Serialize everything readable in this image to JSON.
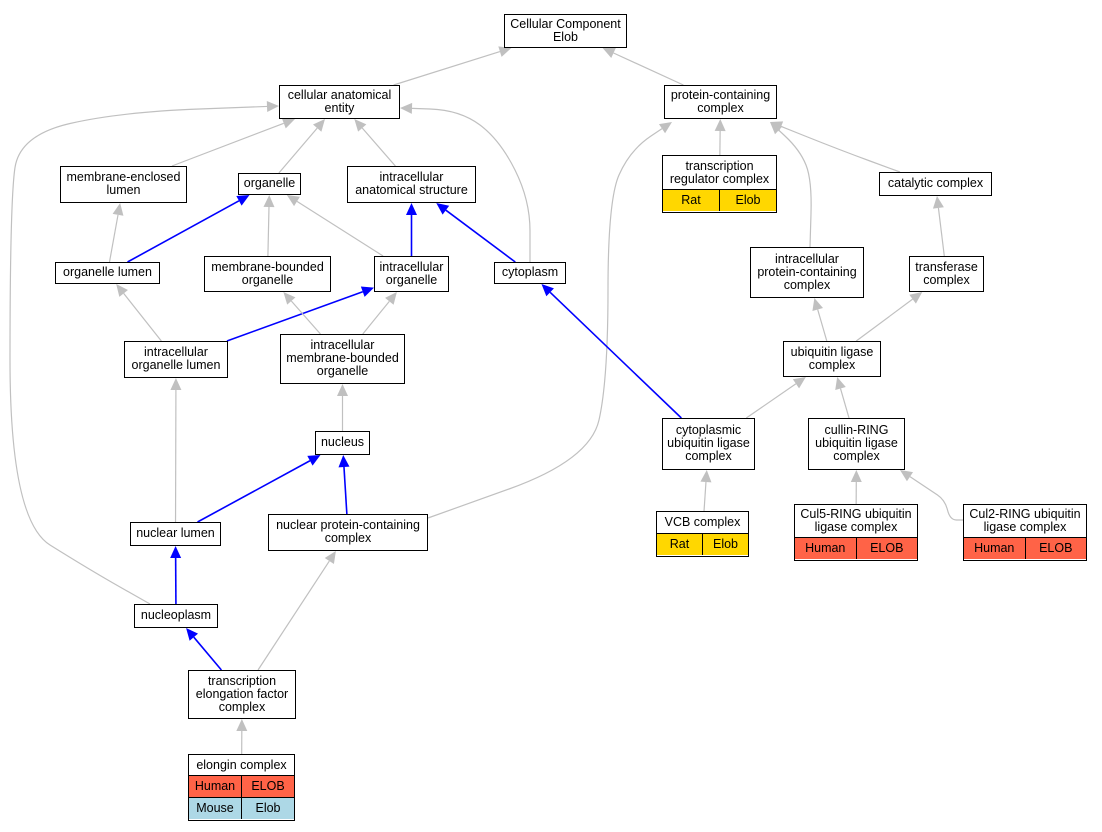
{
  "colors": {
    "gray_edge": "#c0c0c0",
    "blue_edge": "#0000ff",
    "human": "#ff6347",
    "rat": "#ffd700",
    "mouse": "#add8e6"
  },
  "nodes": {
    "cellular_component": {
      "label": "Cellular Component\nElob"
    },
    "cellular_anatomical_entity": {
      "label": "cellular anatomical\nentity"
    },
    "protein_containing_complex": {
      "label": "protein-containing\ncomplex"
    },
    "membrane_enclosed_lumen": {
      "label": "membrane-enclosed\nlumen"
    },
    "organelle": {
      "label": "organelle"
    },
    "intracellular_anatomical_structure": {
      "label": "intracellular\nanatomical structure"
    },
    "transcription_regulator_complex": {
      "label": "transcription\nregulator complex",
      "rows": [
        {
          "color": "#ffd700",
          "cells": [
            "Rat",
            "Elob"
          ]
        }
      ]
    },
    "catalytic_complex": {
      "label": "catalytic complex"
    },
    "organelle_lumen": {
      "label": "organelle lumen"
    },
    "membrane_bounded_organelle": {
      "label": "membrane-bounded\norganelle"
    },
    "intracellular_organelle": {
      "label": "intracellular\norganelle"
    },
    "cytoplasm": {
      "label": "cytoplasm"
    },
    "intracellular_protein_containing_complex": {
      "label": "intracellular\nprotein-containing\ncomplex"
    },
    "transferase_complex": {
      "label": "transferase\ncomplex"
    },
    "intracellular_organelle_lumen": {
      "label": "intracellular\norganelle lumen"
    },
    "intracellular_membrane_bounded_organelle": {
      "label": "intracellular\nmembrane-bounded\norganelle"
    },
    "ubiquitin_ligase_complex": {
      "label": "ubiquitin ligase\ncomplex"
    },
    "nucleus": {
      "label": "nucleus"
    },
    "cytoplasmic_ubiquitin_ligase_complex": {
      "label": "cytoplasmic\nubiquitin ligase\ncomplex"
    },
    "cullin_ring_ubiquitin_ligase_complex": {
      "label": "cullin-RING\nubiquitin ligase\ncomplex"
    },
    "nuclear_lumen": {
      "label": "nuclear lumen"
    },
    "nuclear_protein_containing_complex": {
      "label": "nuclear protein-containing\ncomplex"
    },
    "vcb_complex": {
      "label": "VCB complex",
      "rows": [
        {
          "color": "#ffd700",
          "cells": [
            "Rat",
            "Elob"
          ]
        }
      ]
    },
    "cul5_ring_ubiquitin_ligase_complex": {
      "label": "Cul5-RING ubiquitin\nligase complex",
      "rows": [
        {
          "color": "#ff6347",
          "cells": [
            "Human",
            "ELOB"
          ]
        }
      ]
    },
    "cul2_ring_ubiquitin_ligase_complex": {
      "label": "Cul2-RING ubiquitin\nligase complex",
      "rows": [
        {
          "color": "#ff6347",
          "cells": [
            "Human",
            "ELOB"
          ]
        }
      ]
    },
    "nucleoplasm": {
      "label": "nucleoplasm"
    },
    "transcription_elongation_factor_complex": {
      "label": "transcription\nelongation factor\ncomplex"
    },
    "elongin_complex": {
      "label": "elongin complex",
      "rows": [
        {
          "color": "#ff6347",
          "cells": [
            "Human",
            "ELOB"
          ]
        },
        {
          "color": "#add8e6",
          "cells": [
            "Mouse",
            "Elob"
          ]
        }
      ]
    }
  },
  "edges": [
    {
      "from": "cellular_anatomical_entity",
      "to": "cellular_component",
      "color": "gray"
    },
    {
      "from": "protein_containing_complex",
      "to": "cellular_component",
      "color": "gray"
    },
    {
      "from": "membrane_enclosed_lumen",
      "to": "cellular_anatomical_entity",
      "color": "gray"
    },
    {
      "from": "organelle",
      "to": "cellular_anatomical_entity",
      "color": "gray"
    },
    {
      "from": "intracellular_anatomical_structure",
      "to": "cellular_anatomical_entity",
      "color": "gray"
    },
    {
      "from": "cytoplasm",
      "to": "cellular_anatomical_entity",
      "color": "gray"
    },
    {
      "from": "nucleoplasm",
      "to": "cellular_anatomical_entity",
      "color": "gray"
    },
    {
      "from": "transcription_regulator_complex",
      "to": "protein_containing_complex",
      "color": "gray"
    },
    {
      "from": "catalytic_complex",
      "to": "protein_containing_complex",
      "color": "gray"
    },
    {
      "from": "intracellular_protein_containing_complex",
      "to": "protein_containing_complex",
      "color": "gray"
    },
    {
      "from": "nuclear_protein_containing_complex",
      "to": "protein_containing_complex",
      "color": "gray"
    },
    {
      "from": "organelle_lumen",
      "to": "membrane_enclosed_lumen",
      "color": "gray"
    },
    {
      "from": "organelle_lumen",
      "to": "organelle",
      "color": "blue"
    },
    {
      "from": "membrane_bounded_organelle",
      "to": "organelle",
      "color": "gray"
    },
    {
      "from": "intracellular_organelle",
      "to": "organelle",
      "color": "gray"
    },
    {
      "from": "intracellular_organelle",
      "to": "intracellular_anatomical_structure",
      "color": "blue"
    },
    {
      "from": "cytoplasm",
      "to": "intracellular_anatomical_structure",
      "color": "blue"
    },
    {
      "from": "transferase_complex",
      "to": "catalytic_complex",
      "color": "gray"
    },
    {
      "from": "intracellular_organelle_lumen",
      "to": "organelle_lumen",
      "color": "gray"
    },
    {
      "from": "intracellular_organelle_lumen",
      "to": "intracellular_organelle",
      "color": "blue"
    },
    {
      "from": "intracellular_membrane_bounded_organelle",
      "to": "membrane_bounded_organelle",
      "color": "gray"
    },
    {
      "from": "intracellular_membrane_bounded_organelle",
      "to": "intracellular_organelle",
      "color": "gray"
    },
    {
      "from": "ubiquitin_ligase_complex",
      "to": "intracellular_protein_containing_complex",
      "color": "gray"
    },
    {
      "from": "ubiquitin_ligase_complex",
      "to": "transferase_complex",
      "color": "gray"
    },
    {
      "from": "nucleus",
      "to": "intracellular_membrane_bounded_organelle",
      "color": "gray"
    },
    {
      "from": "nuclear_lumen",
      "to": "intracellular_organelle_lumen",
      "color": "gray"
    },
    {
      "from": "nuclear_lumen",
      "to": "nucleus",
      "color": "blue"
    },
    {
      "from": "nuclear_protein_containing_complex",
      "to": "nucleus",
      "color": "blue"
    },
    {
      "from": "cytoplasmic_ubiquitin_ligase_complex",
      "to": "cytoplasm",
      "color": "blue"
    },
    {
      "from": "cytoplasmic_ubiquitin_ligase_complex",
      "to": "ubiquitin_ligase_complex",
      "color": "gray"
    },
    {
      "from": "cullin_ring_ubiquitin_ligase_complex",
      "to": "ubiquitin_ligase_complex",
      "color": "gray"
    },
    {
      "from": "vcb_complex",
      "to": "cytoplasmic_ubiquitin_ligase_complex",
      "color": "gray"
    },
    {
      "from": "cul5_ring_ubiquitin_ligase_complex",
      "to": "cullin_ring_ubiquitin_ligase_complex",
      "color": "gray"
    },
    {
      "from": "cul2_ring_ubiquitin_ligase_complex",
      "to": "cullin_ring_ubiquitin_ligase_complex",
      "color": "gray"
    },
    {
      "from": "nucleoplasm",
      "to": "nuclear_lumen",
      "color": "blue"
    },
    {
      "from": "transcription_elongation_factor_complex",
      "to": "nucleoplasm",
      "color": "blue"
    },
    {
      "from": "transcription_elongation_factor_complex",
      "to": "nuclear_protein_containing_complex",
      "color": "gray"
    },
    {
      "from": "elongin_complex",
      "to": "transcription_elongation_factor_complex",
      "color": "gray"
    }
  ]
}
